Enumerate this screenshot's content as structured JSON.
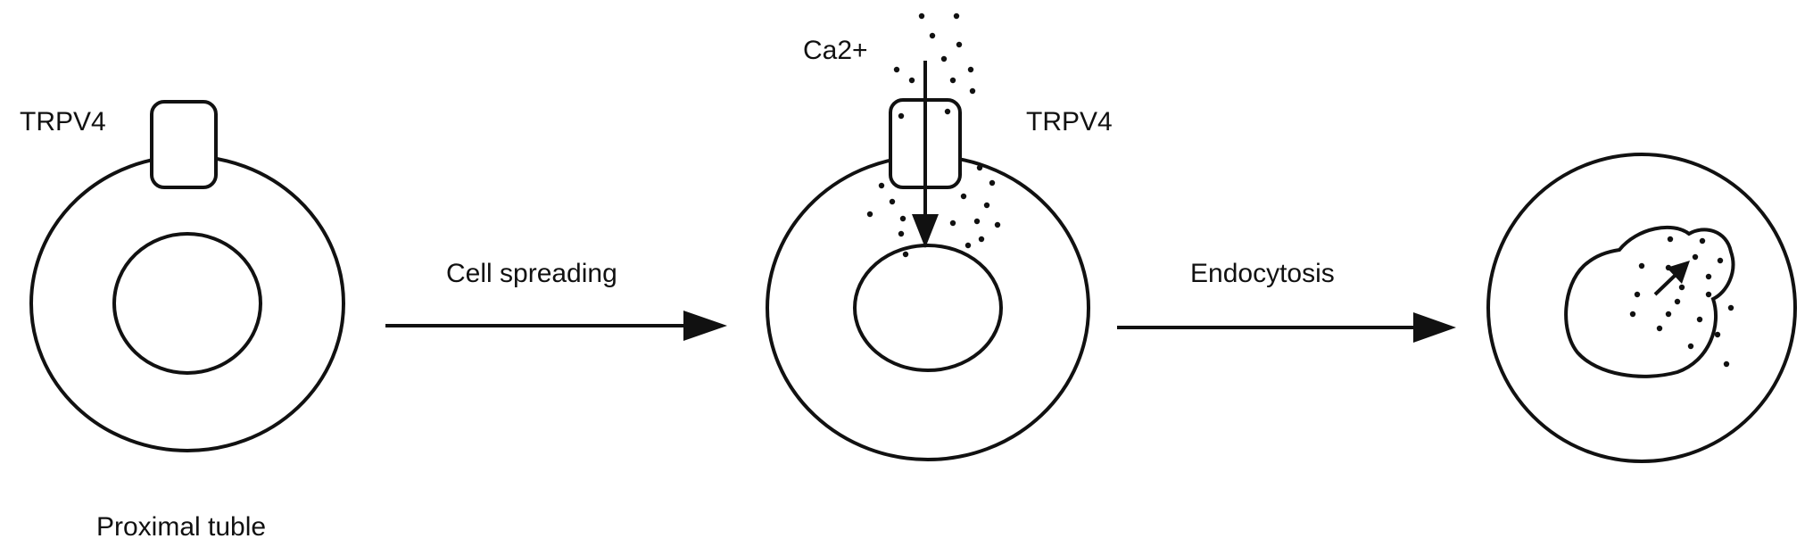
{
  "labels": {
    "trpv4_left": "TRPV4",
    "trpv4_middle": "TRPV4",
    "ca": "Ca2+",
    "cell_spreading": "Cell spreading",
    "endocytosis": "Endocytosis",
    "proximal_tubule": "Proximal tuble"
  },
  "colors": {
    "line": "#111111",
    "background": "#ffffff"
  }
}
